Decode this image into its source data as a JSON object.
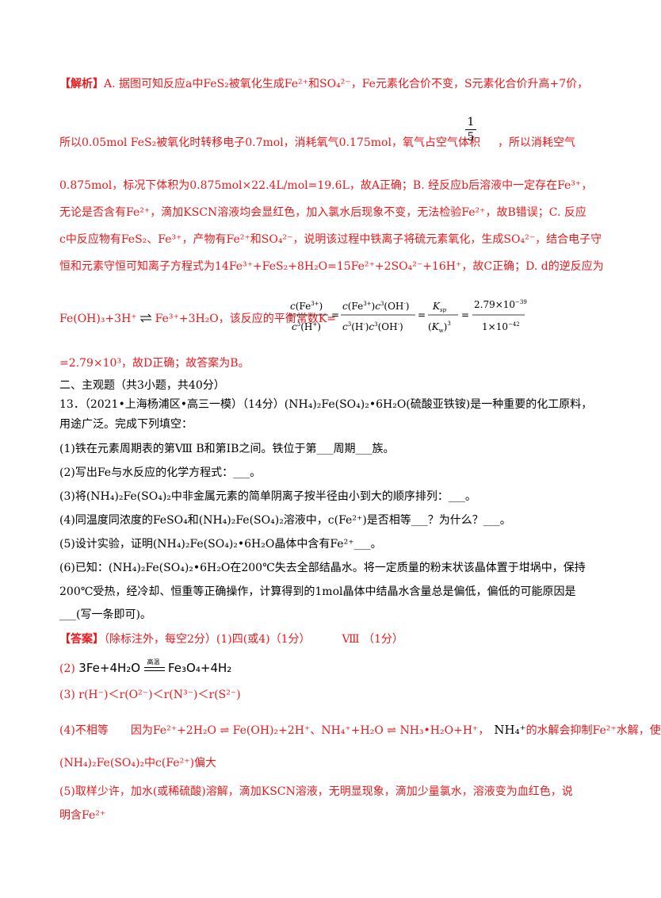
{
  "analysis": {
    "l1_label": "【解析】",
    "l1_text": "A. 据图可知反应a中FeS₂被氧化生成Fe²⁺和SO₄²⁻，Fe元素化合价不变，S元素化合价升高+7价，",
    "l2_text": "所以0.05mol FeS₂被氧化时转移电子0.7mol，消耗氧气0.175mol，氧气占空气体积",
    "l2_tail": "，所以消耗空气",
    "frac_num": "1",
    "frac_den": "5",
    "l3": "0.875mol，标况下体积为0.875mol×22.4L/mol=19.6L，故A正确；B. 经反应b后溶液中一定存在Fe³⁺，",
    "l4": "无论是否含有Fe²⁺，滴加KSCN溶液均会显红色，加入氯水后现象不变，无法检验Fe²⁺，故B错误；C. 反应",
    "l5": "c中反应物有FeS₂、Fe³⁺，产物有Fe²⁺和SO₄²⁻，说明该过程中铁离子将硫元素氧化，生成SO₄²⁻，结合电子守",
    "l6": "恒和元素守恒可知离子方程式为14Fe³⁺+FeS₂+8H₂O=15Fe²⁺+2SO₄²⁻+16H⁺，故C正确；D. d的逆反应为",
    "l7_left": "Fe(OH)₃+3H⁺",
    "l7_mid": "Fe³⁺+3H₂O，该反应的平衡常数K=",
    "eq_formula": "c(Fe³⁺)/c³(H⁺) = c(Fe³⁺)c³(OH⁻)/c³(H⁺)c³(OH⁻) = Ksp/(Kw)³ = 2.79×10⁻³⁹/1×10⁻⁴²",
    "l8": "=2.79×10³，故D正确；故答案为B。"
  },
  "section2": {
    "title": "二、主观题（共3小题，共40分）",
    "q13_a": "13．（2021•上海杨浦区•高三一模）（14分）(NH₄)₂Fe(SO₄)₂•6H₂O(硫酸亚铁铵)是一种重要的化工原料，",
    "q13_b": "用途广泛。完成下列填空：",
    "p1": "(1)铁在元素周期表的第Ⅷ B和第ⅠB之间。铁位于第___周期___族。",
    "p2": "(2)写出Fe与水反应的化学方程式：___。",
    "p3": "(3)将(NH₄)₂Fe(SO₄)₂中非金属元素的简单阴离子按半径由小到大的顺序排列：___。",
    "p4": "(4)同温度同浓度的FeSO₄和(NH₄)₂Fe(SO₄)₂溶液中，c(Fe²⁺)是否相等___？为什么？___。",
    "p5": "(5)设计实验，证明(NH₄)₂Fe(SO₄)₂•6H₂O晶体中含有Fe²⁺___。",
    "p6a": "(6)已知：(NH₄)₂Fe(SO₄)₂•6H₂O在200℃失去全部结晶水。将一定质量的粉末状该晶体置于坩埚中，保持",
    "p6b": "200℃受热，经冷却、恒重等正确操作，计算得到的1mol晶体中结晶水含量总是偏低，偏低的可能原因是",
    "p6c": "___(写一条即可)。"
  },
  "answer": {
    "label": "【答案】",
    "a1": "（除标注外，每空2分）(1)四(或4)（1分）",
    "a1b": "Ⅷ （1分）",
    "a2_prefix": "(2)",
    "a2_eq_left": "3Fe+4H₂O",
    "a2_cond": "高温",
    "a2_eq_right": "Fe₃O₄+4H₂",
    "a3": "(3) r(H⁻)＜r(O²⁻)＜r(N³⁻)＜r(S²⁻)",
    "a4_left": "(4)不相等",
    "a4_mid": "因为Fe²⁺+2H₂O ⇌ Fe(OH)₂+2H⁺、NH₄⁺+H₂O ⇌ NH₃•H₂O+H⁺，",
    "a4_nh4": "NH₄⁺",
    "a4_tail": "的水解会抑制Fe²⁺水解，使",
    "a4b": "(NH₄)₂Fe(SO₄)₂中c(Fe²⁺)偏大",
    "a5a": "(5)取样少许，加水(或稀硫酸)溶解，滴加KSCN溶液，无明显现象，滴加少量氯水，溶液变为血红色，说",
    "a5b": "明含Fe²⁺"
  }
}
